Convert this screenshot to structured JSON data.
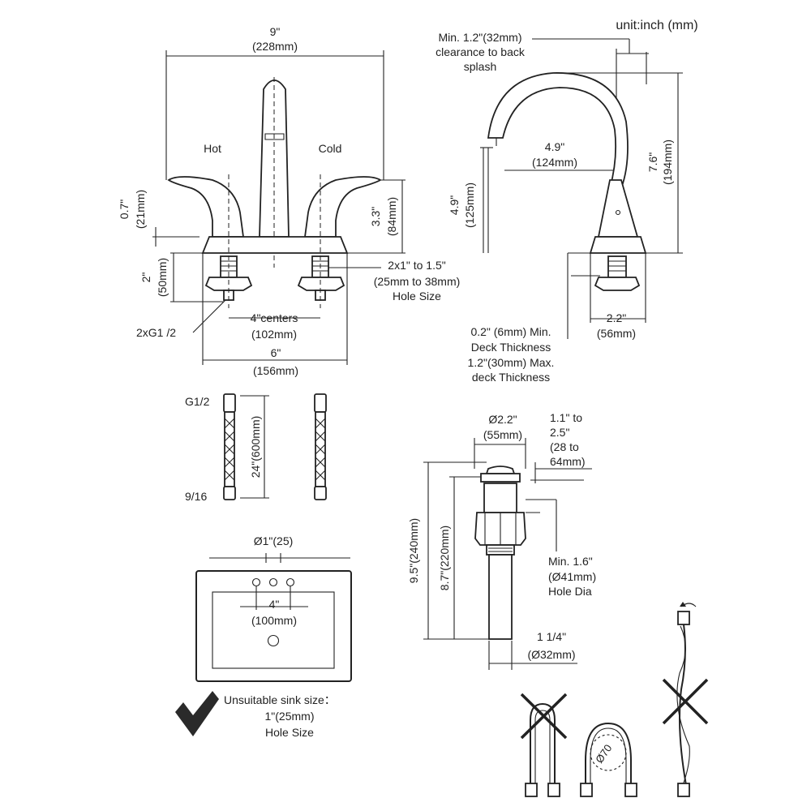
{
  "unit_label": "unit:inch (mm)",
  "front_view": {
    "width_in": "9\"",
    "width_mm": "(228mm)",
    "hot_label": "Hot",
    "cold_label": "Cold",
    "handle_height_in": "0.7\"",
    "handle_height_mm": "(21mm)",
    "body_height_in": "3.3\"",
    "body_height_mm": "(84mm)",
    "shank_len_in": "2\"",
    "shank_len_mm": "(50mm)",
    "hole_size_line1": "2x1\" to 1.5\"",
    "hole_size_line2": "(25mm to 38mm)",
    "hole_size_line3": "Hole Size",
    "thread_label": "2xG1 /2",
    "centers_in": "4\"centers",
    "centers_mm": "(102mm)",
    "base_width_in": "6\"",
    "base_width_mm": "(156mm)"
  },
  "side_view": {
    "clearance_line1": "Min. 1.2\"(32mm)",
    "clearance_line2": "clearance to back",
    "clearance_line3": "splash",
    "reach_in": "4.9\"",
    "reach_mm": "(124mm)",
    "spout_height_in": "4.9\"",
    "spout_height_mm": "(125mm)",
    "total_height_in": "7.6\"",
    "total_height_mm": "(194mm)",
    "base_dia_in": "2.2\"",
    "base_dia_mm": "(56mm)",
    "deck_line1": "0.2\" (6mm) Min.",
    "deck_line2": "Deck Thickness",
    "deck_line3": "1.2\"(30mm) Max.",
    "deck_line4": "deck Thickness"
  },
  "hoses": {
    "top_thread": "G1/2",
    "bottom_thread": "9/16",
    "length": "24\"(600mm)"
  },
  "drain": {
    "cap_dia_in": "Ø2.2\"",
    "cap_dia_mm": "(55mm)",
    "deck_line1": "1.1\" to",
    "deck_line2": "2.5\"",
    "deck_line3": "(28 to",
    "deck_line4": "64mm)",
    "total_len": "9.5\"(240mm)",
    "body_len": "8.7\"(220mm)",
    "hole_line1": "Min. 1.6\"",
    "hole_line2": "(Ø41mm)",
    "hole_line3": "Hole Dia",
    "tail_dia_in": "1 1/4\"",
    "tail_dia_mm": "(Ø32mm)"
  },
  "sink": {
    "hole_dia": "Ø1\"(25)",
    "spacing_in": "4\"",
    "spacing_mm": "(100mm)"
  },
  "note": {
    "line1": "Unsuitable sink size：",
    "line2": "1\"(25mm)",
    "line3": "Hole Size"
  },
  "bend_label": "Ø70"
}
